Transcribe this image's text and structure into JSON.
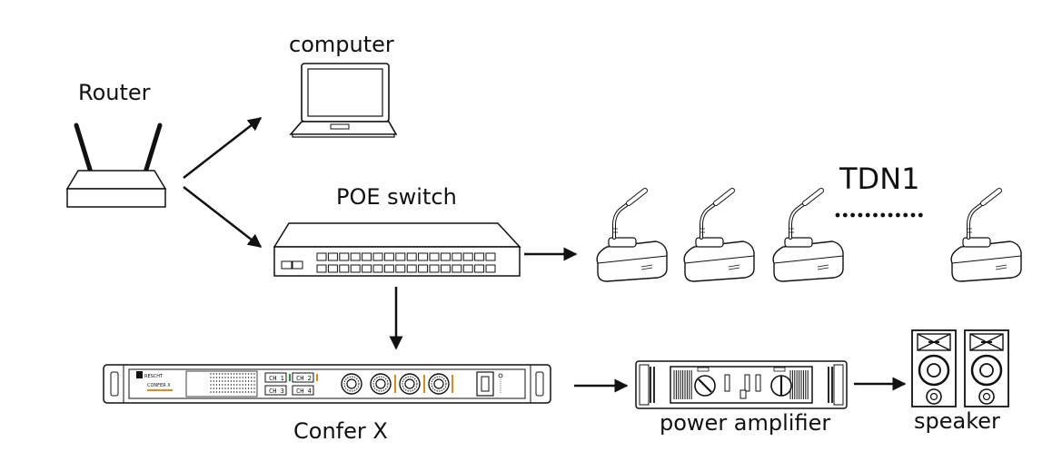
{
  "labels": {
    "router": "Router",
    "computer": "computer",
    "poe_switch": "POE switch",
    "tdn": "TDN1",
    "confer": "Confer X",
    "amplifier": "power amplifier",
    "speaker": "speaker"
  },
  "confer_panel": {
    "brand": "RESCHT",
    "model": "CONFER X",
    "channels": [
      "CH 1",
      "CH 2",
      "CH 3",
      "CH 4"
    ]
  },
  "colors": {
    "line": "#111111",
    "fill": "#ffffff",
    "accent": "#e08a1e",
    "indicator": "#2a8c3a"
  },
  "icons": [
    "router-icon",
    "laptop-icon",
    "poe-switch-icon",
    "microphone-icon",
    "confer-x-icon",
    "power-amplifier-icon",
    "speaker-icon",
    "arrow-icon"
  ]
}
